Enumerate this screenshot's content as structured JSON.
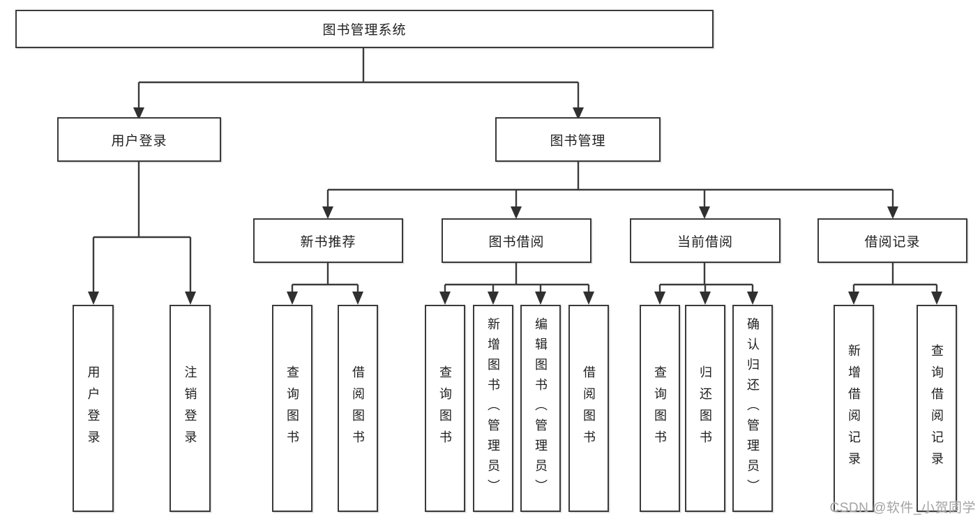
{
  "diagram": {
    "title_node": {
      "label": "图书管理系统"
    },
    "level2": [
      {
        "label": "用户登录"
      },
      {
        "label": "图书管理"
      }
    ],
    "level3": [
      {
        "label": "新书推荐"
      },
      {
        "label": "图书借阅"
      },
      {
        "label": "当前借阅"
      },
      {
        "label": "借阅记录"
      }
    ],
    "leaves": {
      "login": [
        {
          "label": "用户登录"
        },
        {
          "label": "注销登录"
        }
      ],
      "recommend": [
        {
          "label": "查询图书"
        },
        {
          "label": "借阅图书"
        }
      ],
      "borrow": [
        {
          "label": "查询图书"
        },
        {
          "label": "新增图书（管理员）"
        },
        {
          "label": "编辑图书（管理员）"
        },
        {
          "label": "借阅图书"
        }
      ],
      "current": [
        {
          "label": "查询图书"
        },
        {
          "label": "归还图书"
        },
        {
          "label": "确认归还（管理员）"
        }
      ],
      "records": [
        {
          "label": "新增借阅记录"
        },
        {
          "label": "查询借阅记录"
        }
      ]
    },
    "colors": {
      "line": "#3a3a3a",
      "box_border": "#3a3a3a",
      "box_background": "#ffffff",
      "text": "#1f1f1f",
      "watermark": "#a3a3a3"
    }
  },
  "watermark": {
    "text": "CSDN @软件_小贺同学"
  }
}
